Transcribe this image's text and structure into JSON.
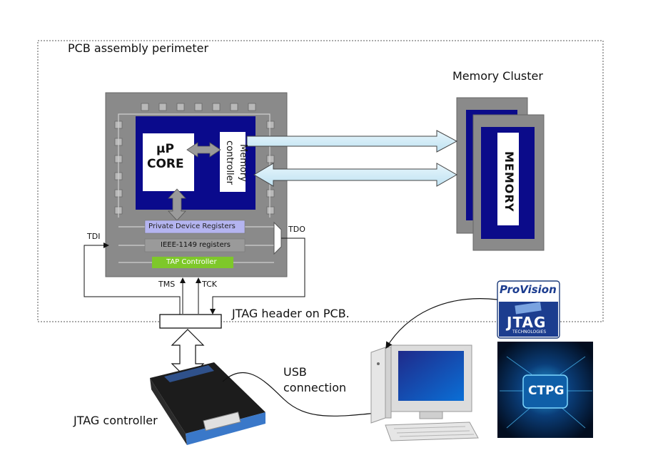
{
  "diagram": {
    "perimeter_label": "PCB assembly perimeter",
    "memory_cluster_label": "Memory Cluster",
    "memory_label": "MEMORY",
    "core_label_line1": "μP",
    "core_label_line2": "CORE",
    "memory_controller_line1": "Memory",
    "memory_controller_line2": "controller",
    "private_registers_label": "Private Device Registers",
    "ieee_registers_label": "IEEE-1149 registers",
    "tap_controller_label": "TAP Controller",
    "tdi_label": "TDI",
    "tdo_label": "TDO",
    "tms_label": "TMS",
    "tck_label": "TCK",
    "jtag_header_label": "JTAG header on PCB.",
    "usb_label_line1": "USB",
    "usb_label_line2": "connection",
    "jtag_controller_label": "JTAG controller",
    "provision_logo_pro": "Pro",
    "provision_logo_vision": "Vision",
    "provision_logo_jtag": "JTAG",
    "provision_logo_tech": "TECHNOLOGIES",
    "ctpg_label": "CTPG",
    "colors": {
      "chip_gray": "#8a8a8a",
      "die_blue": "#0a0a8c",
      "private_reg": "#b4b4f0",
      "ieee_reg": "#9a9a9a",
      "tap_green": "#7ec82a",
      "bus_arrow": "#cfeaf5",
      "memory_blue": "#0b0b8a"
    }
  }
}
